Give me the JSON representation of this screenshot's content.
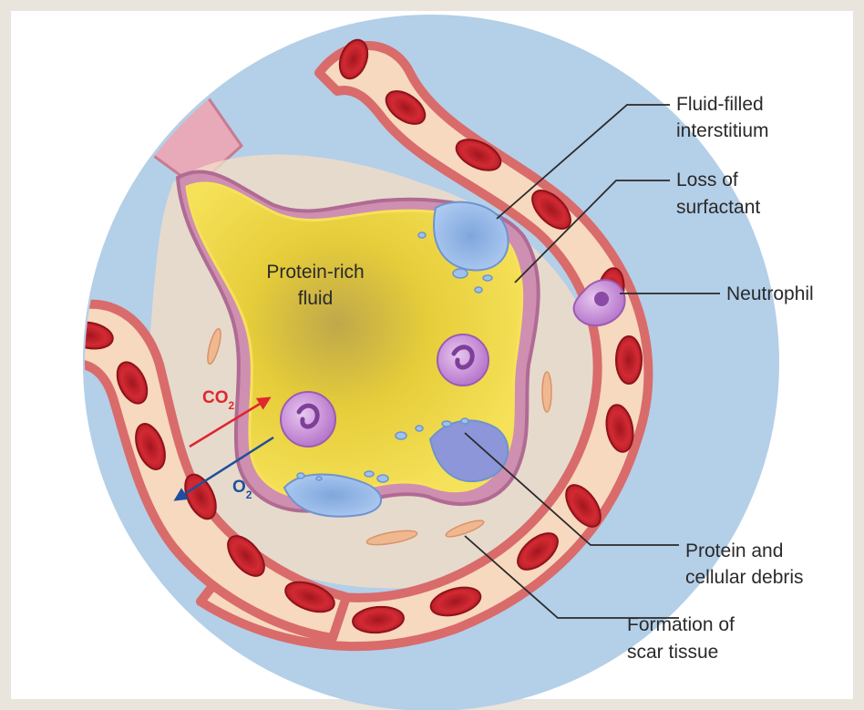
{
  "labels": {
    "fluid_filled_line1": "Fluid-filled",
    "fluid_filled_line2": "interstitium",
    "surfactant_line1": "Loss of",
    "surfactant_line2": "surfactant",
    "neutrophil": "Neutrophil",
    "protein_rich_line1": "Protein-rich",
    "protein_rich_line2": "fluid",
    "debris_line1": "Protein and",
    "debris_line2": "cellular debris",
    "scar_line1": "Formation of",
    "scar_line2": "scar tissue",
    "co2_main": "CO",
    "co2_sub": "2",
    "o2_main": "O",
    "o2_sub": "2"
  },
  "colors": {
    "background": "#e9e4dc",
    "circle_fill": "#b4cfe8",
    "vessel_wall": "#d96b6b",
    "vessel_inner": "#f6d9bf",
    "red_blood_cell": "#c9262f",
    "protein_fluid": "#f2dc3a",
    "neutrophil": "#c98ad6",
    "type1_cell": "#8eb9ec",
    "co2_arrow": "#e0262e",
    "o2_arrow": "#1f4f9c"
  }
}
